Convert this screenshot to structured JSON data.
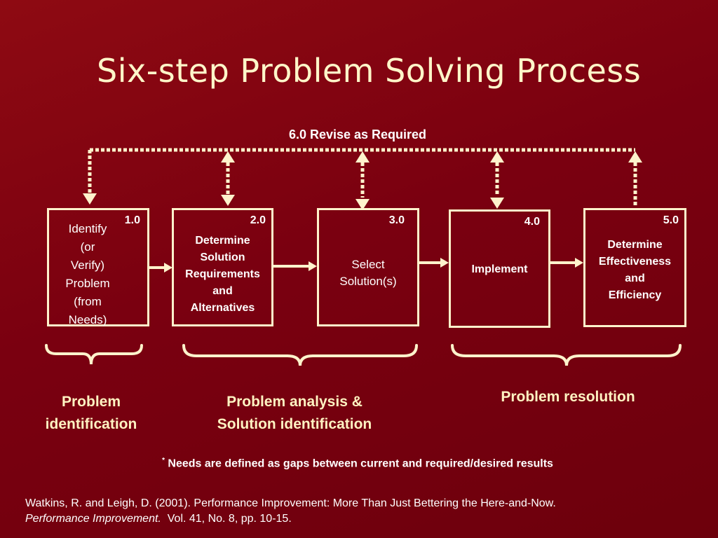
{
  "slide": {
    "title": "Six-step Problem Solving Process",
    "revise_label": "6.0 Revise as Required"
  },
  "steps": [
    {
      "number": "1.0",
      "label": "Identify\n(or\nVerify)\nProblem\n(from\nNeeds)"
    },
    {
      "number": "2.0",
      "label": "Determine\nSolution\nRequirements\nand\nAlternatives"
    },
    {
      "number": "3.0",
      "label": "Select\nSolution(s)"
    },
    {
      "number": "4.0",
      "label": "Implement"
    },
    {
      "number": "5.0",
      "label": "Determine\nEffectiveness\nand\nEfficiency"
    }
  ],
  "groups": [
    {
      "label": "Problem\nidentification"
    },
    {
      "label": "Problem analysis &\nSolution identification"
    },
    {
      "label": "Problem resolution"
    }
  ],
  "footnote": {
    "marker": "*",
    "text": " Needs are defined as gaps between current and required/desired results"
  },
  "citation": {
    "line1": "Watkins, R. and Leigh, D. (2001).  Performance Improvement: More Than Just Bettering the Here-and-Now.",
    "journal": "Performance Improvement.",
    "details": "  Vol. 41, No. 8, pp. 10-15."
  },
  "colors": {
    "background": "#7a0010",
    "title_text": "#fff6c9",
    "box_border": "#fff3cc",
    "arrows": "#fff3cc",
    "group_text": "#fff3c2"
  }
}
